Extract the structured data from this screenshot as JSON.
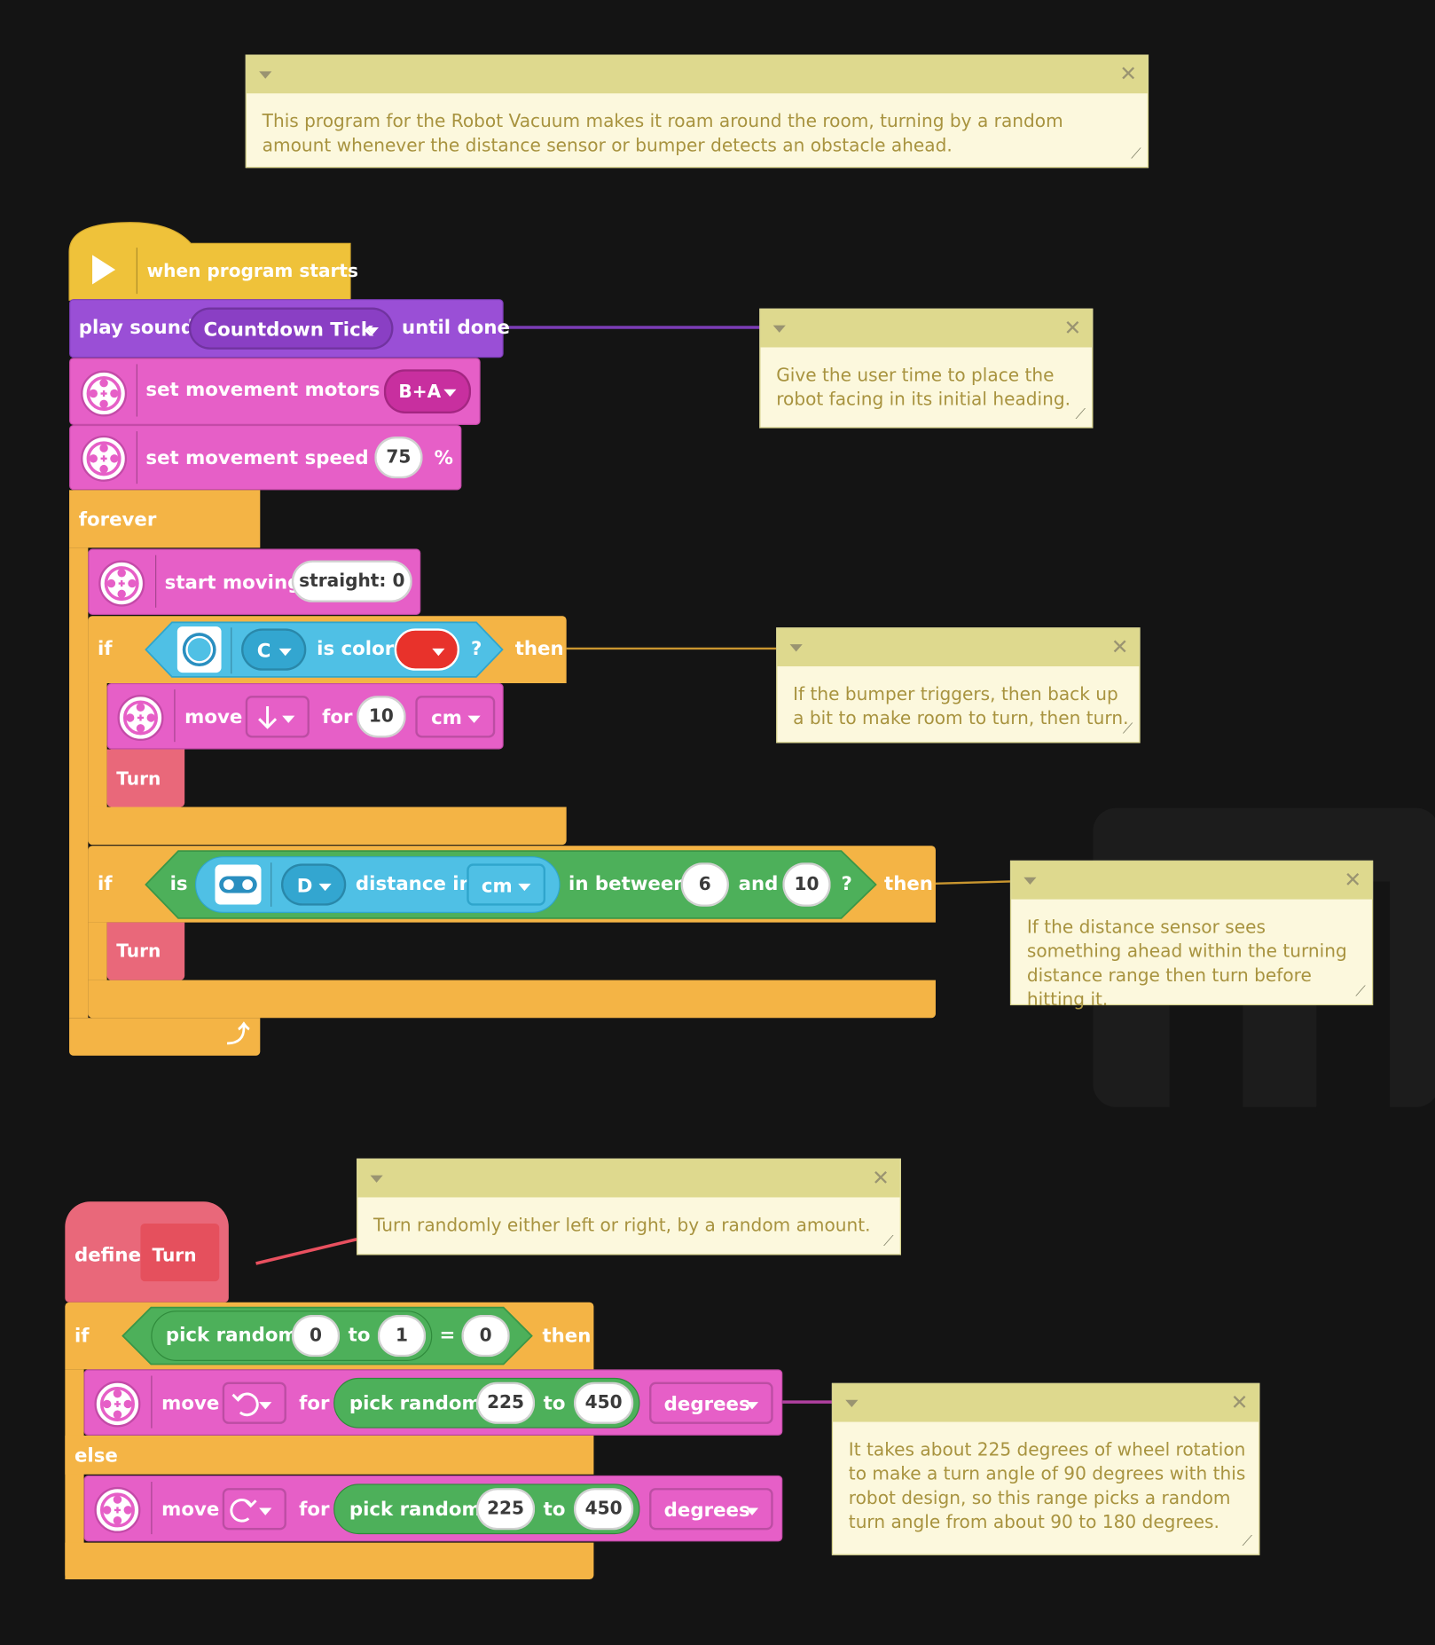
{
  "notes": {
    "intro": "This program for the Robot Vacuum makes it roam around the room, turning by a random amount whenever the distance sensor or bumper detects an obstacle ahead.",
    "sound": "Give the user time to place the robot facing in its initial heading.",
    "bumper": "If the bumper triggers, then back up a bit to make room to turn, then turn.",
    "distance": "If the distance sensor sees something ahead within the turning distance range then turn before hitting it.",
    "turn_def": "Turn randomly either left or right, by a random amount.",
    "degrees": "It takes about 225 degrees of wheel rotation to make a turn angle of 90 degrees with this robot design, so this range picks a random turn angle from about 90 to 180 degrees.",
    "close_symbol": "✕",
    "resize_symbol": "⟋"
  },
  "hat": {
    "label": "when program starts"
  },
  "sound_block": {
    "prefix": "play sound",
    "sound": "Countdown Tick",
    "suffix": "until done"
  },
  "motors_block": {
    "label": "set movement motors to",
    "value": "B+A"
  },
  "speed_block": {
    "label": "set movement speed to",
    "value": "75",
    "unit": "%"
  },
  "forever": {
    "label": "forever",
    "loop_symbol": "⤴"
  },
  "start_moving": {
    "label": "start moving",
    "value": "straight: 0"
  },
  "if_bumper": {
    "if": "if",
    "port": "C",
    "is_color": "is color",
    "q": "?",
    "then": "then",
    "color": "#e8322b"
  },
  "move_back": {
    "move": "move",
    "for": "for",
    "value": "10",
    "unit": "cm"
  },
  "turn_call": "Turn",
  "if_distance": {
    "if": "if",
    "is": "is",
    "port": "D",
    "distance_in": "distance in",
    "unit": "cm",
    "between": "in between",
    "low": "6",
    "and": "and",
    "high": "10",
    "q": "?",
    "then": "then"
  },
  "define_block": {
    "define": "define",
    "name": "Turn"
  },
  "if_random": {
    "if": "if",
    "pick": "pick random",
    "from": "0",
    "to": "to",
    "upto": "1",
    "eq": "=",
    "target": "0",
    "then": "then",
    "else": "else"
  },
  "move_left": {
    "move": "move",
    "for": "for",
    "pick": "pick random",
    "low": "225",
    "to": "to",
    "high": "450",
    "unit": "degrees"
  },
  "move_right": {
    "move": "move",
    "for": "for",
    "pick": "pick random",
    "low": "225",
    "to": "to",
    "high": "450",
    "unit": "degrees"
  }
}
